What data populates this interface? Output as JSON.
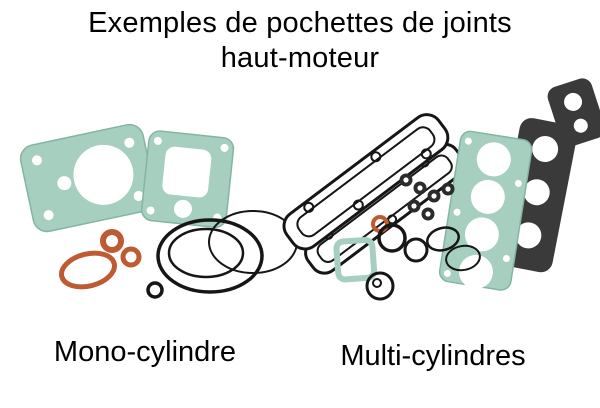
{
  "title": {
    "line1": "Exemples de pochettes de joints",
    "line2": "haut-moteur"
  },
  "captions": {
    "mono": "Mono-cylindre",
    "multi": "Multi-cylindres"
  },
  "colors": {
    "gasket_teal": "#a7cfbf",
    "gasket_teal_edge": "#84b5a3",
    "gasket_orange": "#bf5b33",
    "gasket_dark": "#3a3a3a",
    "outline": "#161616",
    "background": "#ffffff",
    "text": "#000000"
  }
}
